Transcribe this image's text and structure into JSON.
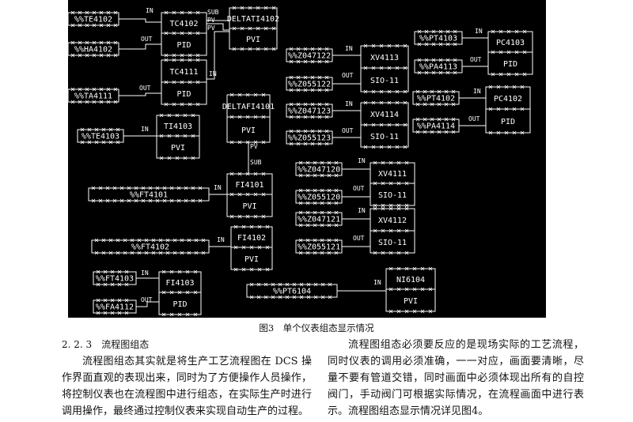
{
  "figure": {
    "blocks": [
      {
        "title": "TC4102",
        "body": "PID"
      },
      {
        "title": "DELTATI4102",
        "body": "PVI"
      },
      {
        "title": "TC4111",
        "body": "PID"
      },
      {
        "title": "TI4103",
        "body": "PVI"
      },
      {
        "title": "DELTAFI4101",
        "body": "PVI"
      },
      {
        "title": "FI4101",
        "body": "PVI"
      },
      {
        "title": "FI4102",
        "body": "PVI"
      },
      {
        "title": "FI4103",
        "body": "PID"
      },
      {
        "title": "XV4113",
        "body": "SIO-11"
      },
      {
        "title": "XV4114",
        "body": "SIO-11"
      },
      {
        "title": "PC4103",
        "body": "PID"
      },
      {
        "title": "PC4102",
        "body": "PID"
      },
      {
        "title": "XV4111",
        "body": "SIO-11"
      },
      {
        "title": "XV4112",
        "body": "SIO-11"
      },
      {
        "title": "NI6104",
        "body": "PVI"
      }
    ],
    "tags": [
      "%%TE4102",
      "%%HA4102",
      "%%TA4111",
      "%%TE4103",
      "%%FT4101",
      "%%FT4102",
      "%%FT4103",
      "%%FA4112",
      "%%Z047122",
      "%%Z055122",
      "%%Z047123",
      "%%Z055123",
      "%%PT4103",
      "%%PA4113",
      "%%PT4102",
      "%%PA4114",
      "%%Z047120",
      "%%Z055120",
      "%%Z047121",
      "%%Z055121",
      "%%PT6104"
    ],
    "ports": [
      "IN",
      "OUT",
      "SUB",
      "PV"
    ]
  },
  "caption": "图3　单个仪表组态显示情况",
  "section_number": "2. 2. 3",
  "section_title": "流程图组态",
  "left_para": "流程图组态其实就是将生产工艺流程图在 DCS 操作界面直观的表现出来，同时为了方便操作人员操作，将控制仪表也在流程图中进行组态，在实际生产时进行调用操作，最终通过控制仪表来实现自动生产的过程。",
  "right_para": "流程图组态必须要反应的是现场实际的工艺流程，同时仪表的调用必须准确，一一对应，画面要清晰，尽量不要有管道交错，同时画面中必须体现出所有的自控阀门，手动阀门可根据实际情况，在流程画面中进行表示。流程图组态显示情况详见图4。",
  "colors": {
    "figure_bg": "#000000",
    "line": "#ffffff",
    "text": "#111111"
  }
}
